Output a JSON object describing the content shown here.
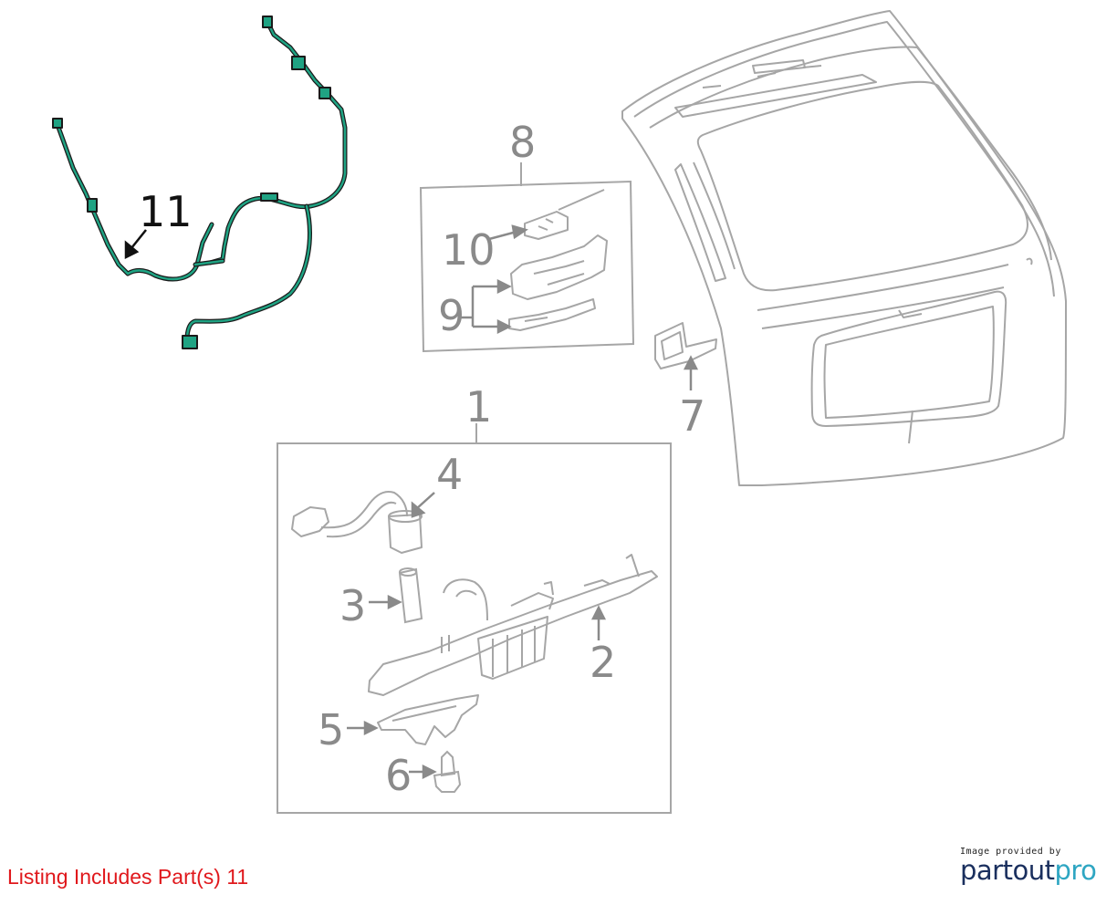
{
  "callouts": {
    "c1": "1",
    "c2": "2",
    "c3": "3",
    "c4": "4",
    "c5": "5",
    "c6": "6",
    "c7": "7",
    "c8": "8",
    "c9": "9",
    "c10": "10",
    "c11": "11"
  },
  "caption": "Listing Includes Part(s) 11",
  "branding": {
    "provided_by": "Image provided by",
    "logo_part1": "partout",
    "logo_part2": "pro"
  },
  "colors": {
    "line": "#a6a6a6",
    "callout_text": "#8a8a8a",
    "highlight_part": "#1fa383",
    "caption": "#e0181c"
  }
}
